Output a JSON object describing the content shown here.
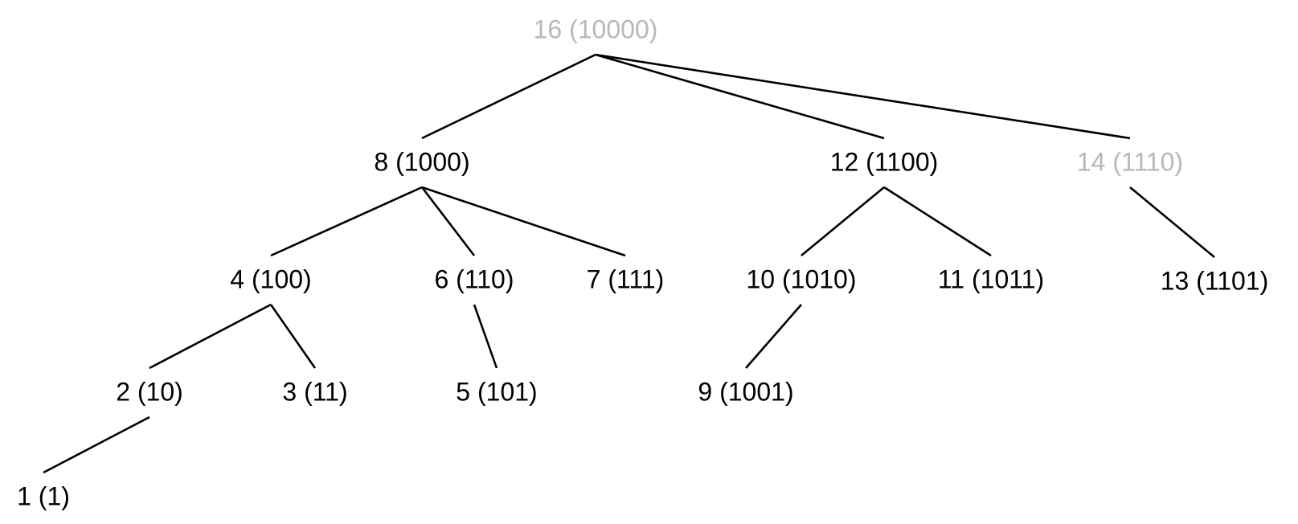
{
  "colors": {
    "active_text": "#000000",
    "inactive_text": "#b8b8b8",
    "edge": "#000000"
  },
  "nodes": [
    {
      "id": "n16",
      "label": "16 (10000)",
      "status": "inactive"
    },
    {
      "id": "n8",
      "label": "8 (1000)",
      "status": "active"
    },
    {
      "id": "n12",
      "label": "12 (1100)",
      "status": "active"
    },
    {
      "id": "n14",
      "label": "14 (1110)",
      "status": "inactive"
    },
    {
      "id": "n4",
      "label": "4 (100)",
      "status": "active"
    },
    {
      "id": "n6",
      "label": "6 (110)",
      "status": "active"
    },
    {
      "id": "n7",
      "label": "7 (111)",
      "status": "active"
    },
    {
      "id": "n10",
      "label": "10 (1010)",
      "status": "active"
    },
    {
      "id": "n11",
      "label": "11 (1011)",
      "status": "active"
    },
    {
      "id": "n13",
      "label": "13 (1101)",
      "status": "active"
    },
    {
      "id": "n2",
      "label": "2 (10)",
      "status": "active"
    },
    {
      "id": "n3",
      "label": "3 (11)",
      "status": "active"
    },
    {
      "id": "n5",
      "label": "5 (101)",
      "status": "active"
    },
    {
      "id": "n9",
      "label": "9 (1001)",
      "status": "active"
    },
    {
      "id": "n1",
      "label": "1 (1)",
      "status": "active"
    }
  ],
  "edges": [
    {
      "from": "n16",
      "to": "n8"
    },
    {
      "from": "n16",
      "to": "n12"
    },
    {
      "from": "n16",
      "to": "n14"
    },
    {
      "from": "n8",
      "to": "n4"
    },
    {
      "from": "n8",
      "to": "n6"
    },
    {
      "from": "n8",
      "to": "n7"
    },
    {
      "from": "n12",
      "to": "n10"
    },
    {
      "from": "n12",
      "to": "n11"
    },
    {
      "from": "n14",
      "to": "n13"
    },
    {
      "from": "n4",
      "to": "n2"
    },
    {
      "from": "n4",
      "to": "n3"
    },
    {
      "from": "n6",
      "to": "n5"
    },
    {
      "from": "n10",
      "to": "n9"
    },
    {
      "from": "n2",
      "to": "n1"
    }
  ]
}
